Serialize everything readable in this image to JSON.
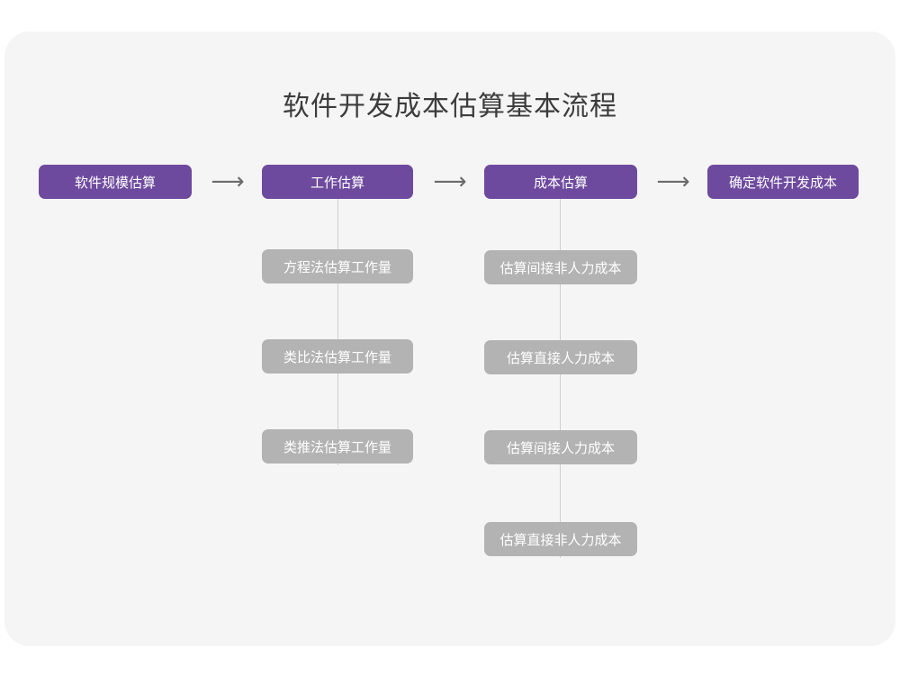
{
  "diagram": {
    "title": "软件开发成本估算基本流程",
    "colors": {
      "page_background": "#ffffff",
      "card_background": "#f5f5f5",
      "primary_node": "#6e4a9e",
      "sub_node": "#b3b3b3",
      "node_text": "#ffffff",
      "title_text": "#3c3c3c",
      "connector_line": "#cfcfcf",
      "arrow": "#6b6b6b"
    },
    "arrow_glyph": "⟶",
    "arrow_icon_name": "arrow-right-icon",
    "main_steps": [
      {
        "id": "step-1",
        "label": "软件规模估算"
      },
      {
        "id": "step-2",
        "label": "工作估算"
      },
      {
        "id": "step-3",
        "label": "成本估算"
      },
      {
        "id": "step-4",
        "label": "确定软件开发成本"
      }
    ],
    "arrows": [
      {
        "id": "arrow-1",
        "glyph": "⟶"
      },
      {
        "id": "arrow-2",
        "glyph": "⟶"
      },
      {
        "id": "arrow-3",
        "glyph": "⟶"
      }
    ],
    "sub_groups": [
      {
        "parent": "工作估算",
        "items": [
          {
            "label": "方程法估算工作量"
          },
          {
            "label": "类比法估算工作量"
          },
          {
            "label": "类推法估算工作量"
          }
        ]
      },
      {
        "parent": "成本估算",
        "items": [
          {
            "label": "估算间接非人力成本"
          },
          {
            "label": "估算直接人力成本"
          },
          {
            "label": "估算间接人力成本"
          },
          {
            "label": "估算直接非人力成本"
          }
        ]
      }
    ]
  }
}
